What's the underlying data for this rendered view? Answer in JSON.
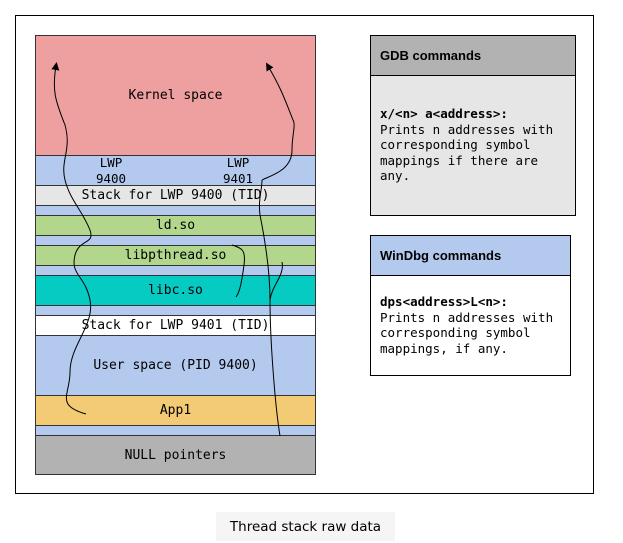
{
  "diagram": {
    "memory_map": {
      "kernel_space": "Kernel space",
      "lwp_left": [
        "LWP",
        "9400"
      ],
      "lwp_right": [
        "LWP",
        "9401"
      ],
      "stack_lwp_9400": "Stack for LWP 9400 (TID)",
      "ld_so": "ld.so",
      "libpthread": "libpthread.so",
      "libc": "libc.so",
      "stack_lwp_9401": "Stack for LWP 9401 (TID)",
      "user_space": "User space (PID 9400)",
      "app": "App1",
      "null_pointers": "NULL pointers"
    },
    "gdb_panel": {
      "title": "GDB commands",
      "command": "x/<n> a<address>:",
      "description": "Prints n addresses with corresponding symbol mappings if there are any."
    },
    "windbg_panel": {
      "title": "WinDbg commands",
      "command": "dps<address>L<n>:",
      "description": "Prints n addresses with corresponding symbol mappings, if any."
    },
    "caption": "Thread stack raw data",
    "colors": {
      "kernel": "#ee9f9f",
      "user": "#b3c9ee",
      "stack": "#e6e6e6",
      "lib": "#b1d68c",
      "libc": "#06cbc2",
      "app": "#f2cb74",
      "null": "#b2b2b2",
      "gdb_head": "#b2b2b2",
      "gdb_body": "#e6e6e6",
      "windbg_head": "#b3c9ee"
    }
  }
}
